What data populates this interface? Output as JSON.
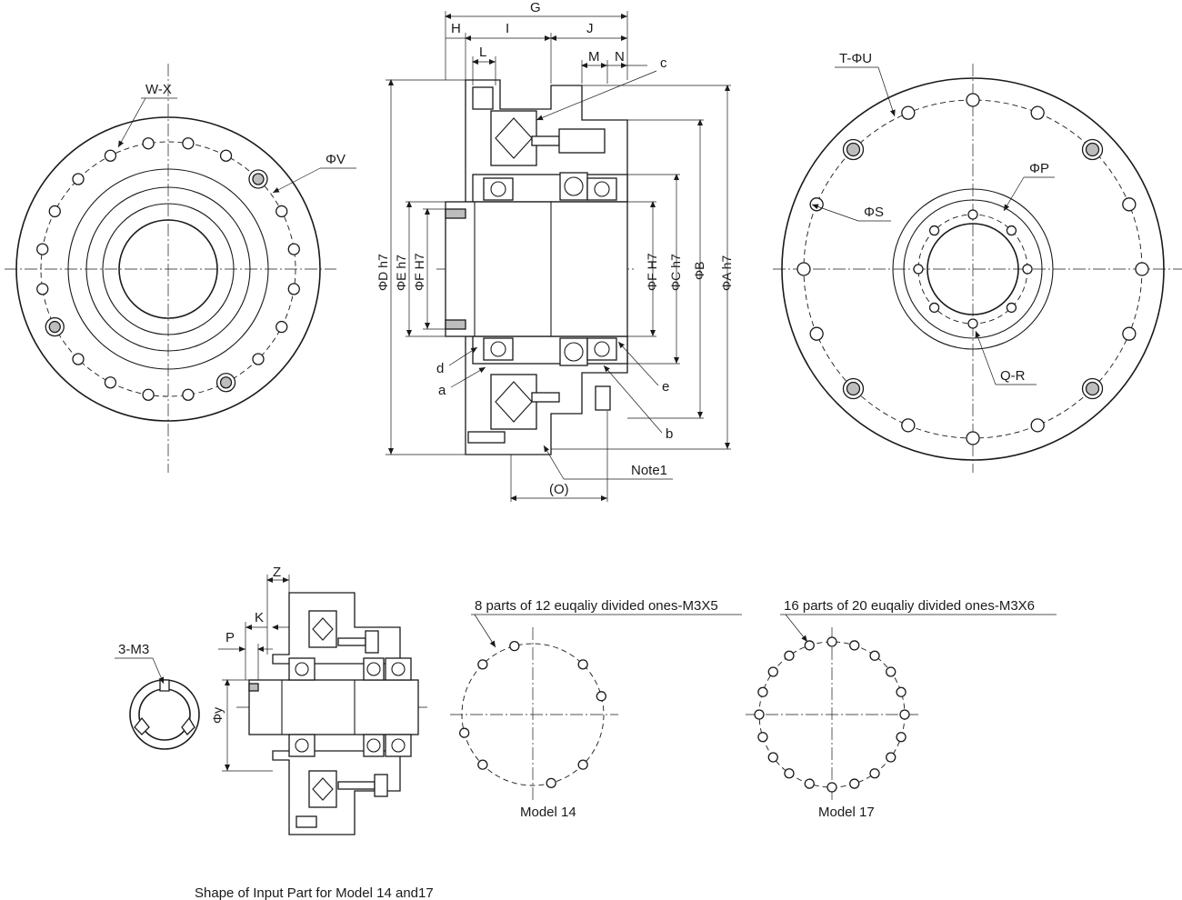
{
  "top_dims": {
    "G": "G",
    "H": "H",
    "I": "I",
    "J": "J",
    "L": "L",
    "M": "M",
    "N": "N",
    "c": "c"
  },
  "left_view": {
    "wx": "W-X",
    "phiV": "ΦV"
  },
  "right_view": {
    "tphiU": "T-ΦU",
    "phiP": "ΦP",
    "phiS": "ΦS",
    "qr": "Q-R"
  },
  "section_view": {
    "phiDh7": "ΦD h7",
    "phiEh7": "ΦE h7",
    "phiFH7_left": "ΦF H7",
    "phiFH7_right": "ΦF H7",
    "phiCh7": "ΦC h7",
    "phiB": "ΦB",
    "phiAh7": "ΦA h7",
    "d": "d",
    "a": "a",
    "e": "e",
    "b": "b",
    "note1": "Note1",
    "O": "(O)"
  },
  "input_part": {
    "Z": "Z",
    "K": "K",
    "P": "P",
    "phiY": "Φy",
    "m3": "3-M3",
    "caption": "Shape of Input Part for Model 14 and17"
  },
  "model14": {
    "note": "8 parts of 12 euqaliy divided ones-M3X5",
    "label": "Model 14"
  },
  "model17": {
    "note": "16 parts of 20 euqaliy divided ones-M3X6",
    "label": "Model 17"
  }
}
